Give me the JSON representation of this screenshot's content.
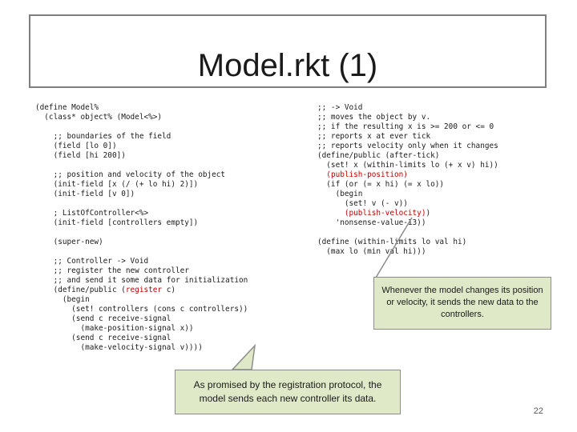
{
  "slide": {
    "title": "Model.rkt (1)",
    "page_number": "22"
  },
  "left_code": [
    {
      "text": "(define Model%"
    },
    {
      "text": "  (class* object% (Model<%>)"
    },
    {
      "text": ""
    },
    {
      "text": "    ;; boundaries of the field"
    },
    {
      "text": "    (field [lo 0])"
    },
    {
      "text": "    (field [hi 200])"
    },
    {
      "text": ""
    },
    {
      "text": "    ;; position and velocity of the object"
    },
    {
      "text": "    (init-field [x (/ (+ lo hi) 2)])"
    },
    {
      "text": "    (init-field [v 0])"
    },
    {
      "text": ""
    },
    {
      "text": "    ; ListOfController<%>"
    },
    {
      "text": "    (init-field [controllers empty])"
    },
    {
      "text": ""
    },
    {
      "text": "    (super-new)"
    },
    {
      "text": ""
    },
    {
      "text": "    ;; Controller -> Void"
    },
    {
      "text": "    ;; register the new controller"
    },
    {
      "text": "    ;; and send it some data for initialization"
    },
    {
      "pre": "    (define/public (",
      "hl": "register",
      "post": " c)"
    },
    {
      "text": "      (begin"
    },
    {
      "text": "        (set! controllers (cons c controllers))"
    },
    {
      "text": "        (send c receive-signal"
    },
    {
      "text": "          (make-position-signal x))"
    },
    {
      "text": "        (send c receive-signal"
    },
    {
      "text": "          (make-velocity-signal v))))"
    }
  ],
  "right_code": [
    {
      "text": ";; -> Void"
    },
    {
      "text": ";; moves the object by v."
    },
    {
      "text": ";; if the resulting x is >= 200 or <= 0"
    },
    {
      "text": ";; reports x at ever tick"
    },
    {
      "text": ";; reports velocity only when it changes"
    },
    {
      "text": "(define/public (after-tick)"
    },
    {
      "text": "  (set! x (within-limits lo (+ x v) hi))"
    },
    {
      "pre": "  ",
      "hl": "(publish-position)",
      "post": ""
    },
    {
      "text": "  (if (or (= x hi) (= x lo))"
    },
    {
      "text": "    (begin"
    },
    {
      "text": "      (set! v (- v))"
    },
    {
      "pre": "      ",
      "hl": "(publish-velocity)",
      "post": ")"
    },
    {
      "text": "    'nonsense-value-13))"
    },
    {
      "text": ""
    },
    {
      "text": "(define (within-limits lo val hi)"
    },
    {
      "text": "  (max lo (min val hi)))"
    }
  ],
  "callouts": {
    "right": "Whenever the model changes its position or velocity, it sends the new data to the controllers.",
    "bottom": "As promised by the registration protocol, the model sends each new controller its data."
  },
  "colors": {
    "callout_fill": "#dfe9c7",
    "callout_border": "#8c8c8c",
    "highlight": "#c00000",
    "title_border": "#7f7f7f"
  }
}
